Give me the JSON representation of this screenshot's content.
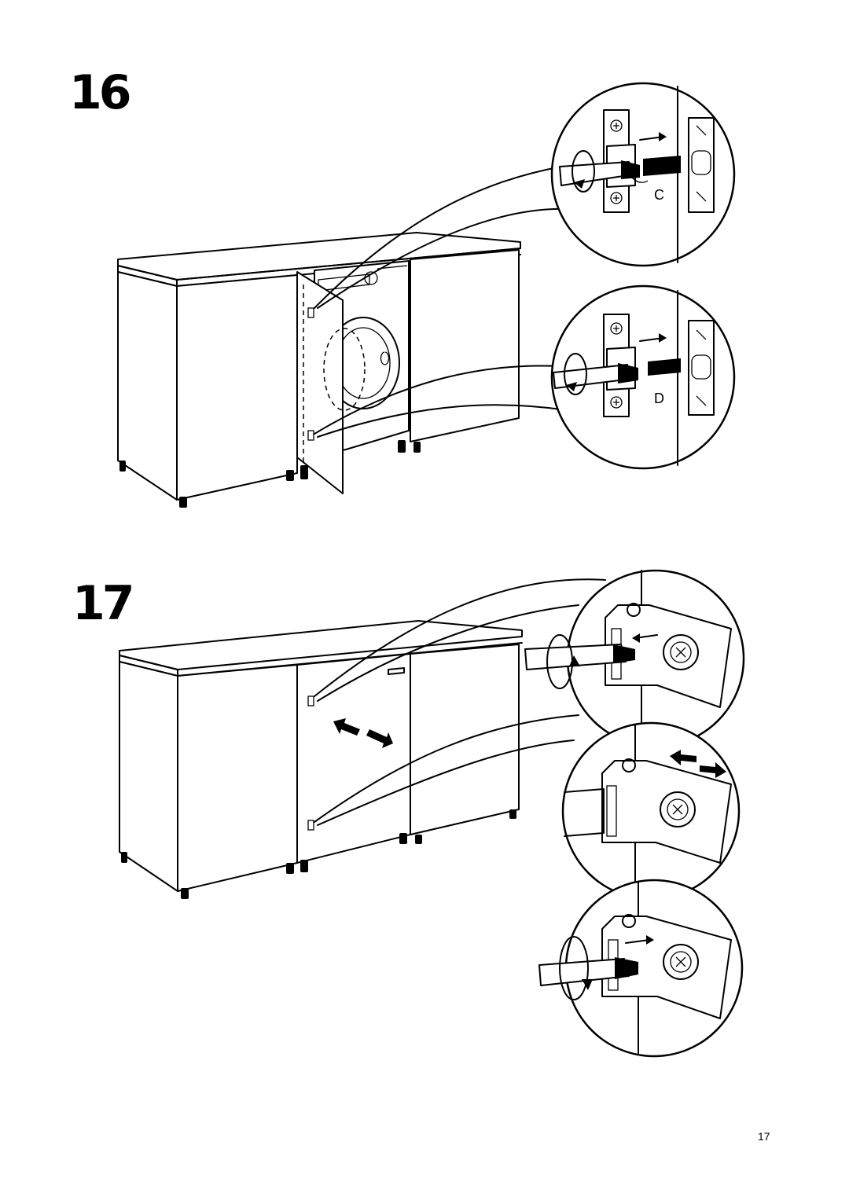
{
  "steps": [
    {
      "number": "16"
    },
    {
      "number": "17"
    }
  ],
  "labels": {
    "c": "C",
    "d": "D"
  },
  "page_number": "17",
  "icons": [
    "cabinet-illustration",
    "washing-machine",
    "screwdriver-icon",
    "hinge-detail",
    "rotate-arrow-icon",
    "adjust-arrow-icon"
  ]
}
